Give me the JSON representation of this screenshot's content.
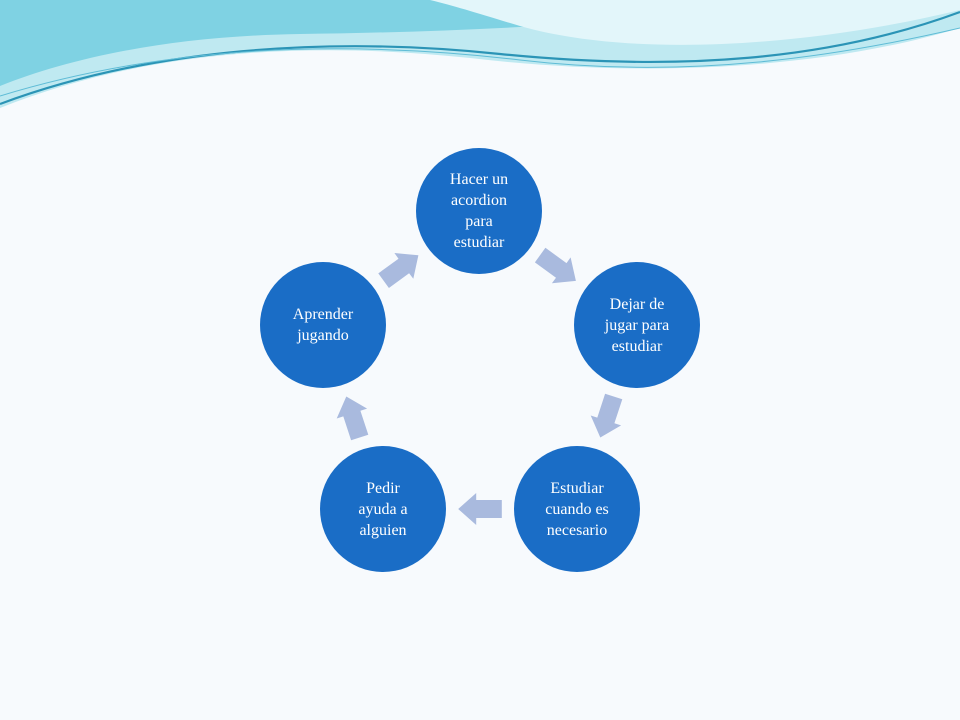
{
  "diagram": {
    "type": "cycle",
    "colors": {
      "node_fill": "#1a6dc6",
      "node_text": "#ffffff",
      "arrow_fill": "#a9bade",
      "background": "#f7fafd",
      "wave_light": "#bfe9f1",
      "wave_mid": "#7fd2e3",
      "wave_dark": "#2b94b6"
    },
    "nodes": [
      {
        "label": "Hacer un\nacordion\npara\nestudiar"
      },
      {
        "label": "Dejar de\njugar para\nestudiar"
      },
      {
        "label": "Estudiar\ncuando es\nnecesario"
      },
      {
        "label": "Pedir\nayuda a\nalguien"
      },
      {
        "label": "Aprender\njugando"
      }
    ],
    "arrows": [
      {
        "from": 0,
        "to": 1,
        "icon": "arrow-icon"
      },
      {
        "from": 1,
        "to": 2,
        "icon": "arrow-icon"
      },
      {
        "from": 2,
        "to": 3,
        "icon": "arrow-icon"
      },
      {
        "from": 3,
        "to": 4,
        "icon": "arrow-icon"
      },
      {
        "from": 4,
        "to": 0,
        "icon": "arrow-icon"
      }
    ]
  }
}
